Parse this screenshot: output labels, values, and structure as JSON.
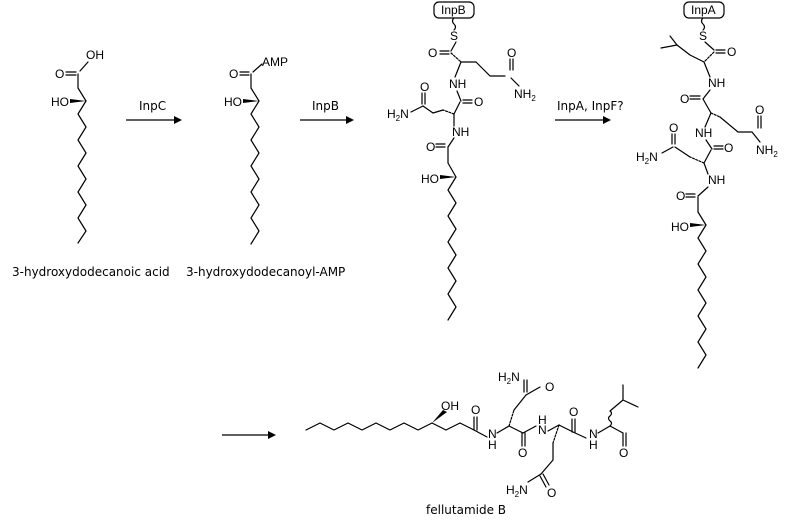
{
  "compounds": {
    "c1": "3-hydroxydodecanoic acid",
    "c2": "3-hydroxydodecanoyl-AMP",
    "final": "fellutamide B"
  },
  "enzymes": {
    "step1": "InpC",
    "step2": "InpB",
    "step3": "InpA, InpF?"
  },
  "carriers": {
    "pcp_b": "InpB",
    "pcp_a": "InpA"
  },
  "atoms": {
    "oh_acid": "OH",
    "o": "O",
    "ho": "HO",
    "oh": "OH",
    "amp": "AMP",
    "s": "S",
    "nh": "NH",
    "h2n": "H",
    "h2n_sub": "2",
    "h2n_n": "N",
    "nh2": "NH",
    "nh2_sub": "2",
    "n_h": "N",
    "h_n": "H"
  }
}
